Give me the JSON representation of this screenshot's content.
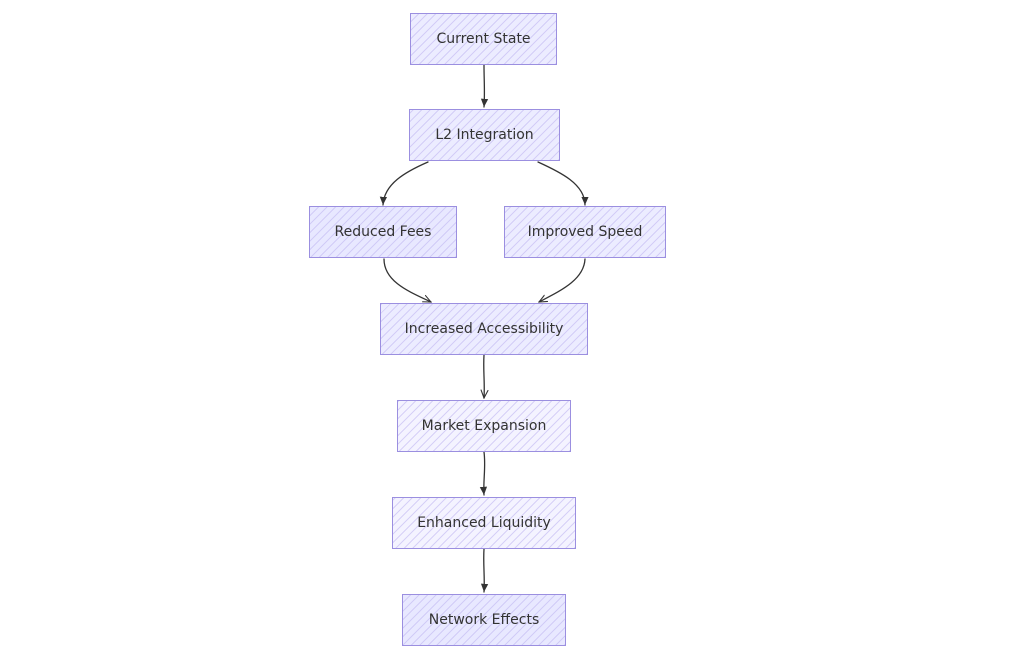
{
  "diagram": {
    "type": "flowchart",
    "style": "hand-drawn",
    "colors": {
      "node_fill": "#ececff",
      "node_border": "#9b8fe0",
      "edge": "#333333",
      "text": "#333333"
    },
    "nodes": {
      "current_state": "Current State",
      "l2_integration": "L2 Integration",
      "reduced_fees": "Reduced Fees",
      "improved_speed": "Improved Speed",
      "increased_accessibility": "Increased Accessibility",
      "market_expansion": "Market Expansion",
      "enhanced_liquidity": "Enhanced Liquidity",
      "network_effects": "Network Effects"
    },
    "edges": [
      {
        "from": "current_state",
        "to": "l2_integration"
      },
      {
        "from": "l2_integration",
        "to": "reduced_fees"
      },
      {
        "from": "l2_integration",
        "to": "improved_speed"
      },
      {
        "from": "reduced_fees",
        "to": "increased_accessibility"
      },
      {
        "from": "improved_speed",
        "to": "increased_accessibility"
      },
      {
        "from": "increased_accessibility",
        "to": "market_expansion"
      },
      {
        "from": "market_expansion",
        "to": "enhanced_liquidity"
      },
      {
        "from": "enhanced_liquidity",
        "to": "network_effects"
      }
    ]
  }
}
